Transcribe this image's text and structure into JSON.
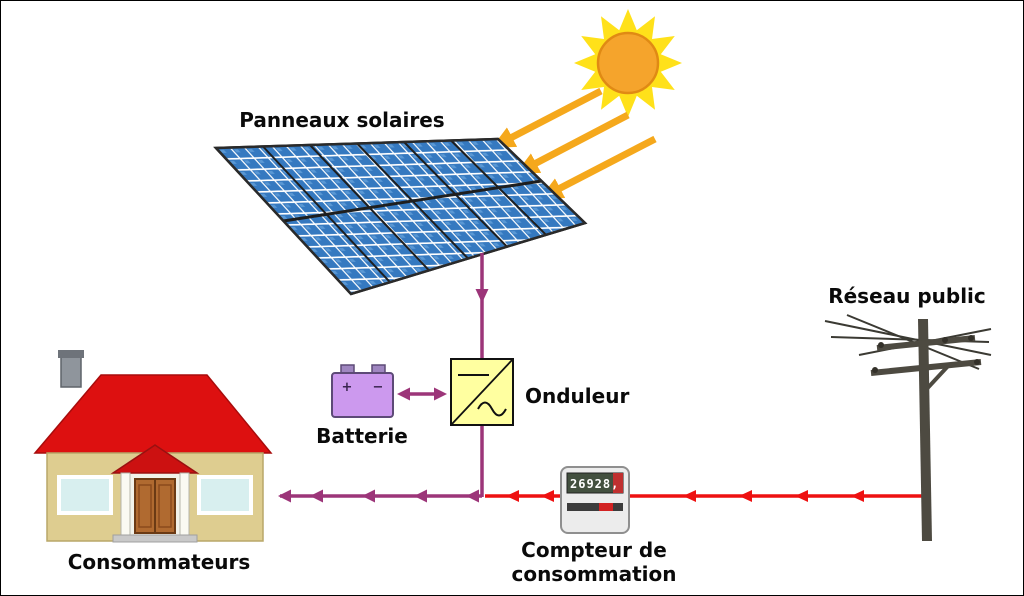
{
  "diagram": {
    "type": "solar-power-system-schematic",
    "labels": {
      "panels": "Panneaux solaires",
      "inverter": "Onduleur",
      "battery": "Batterie",
      "grid": "Réseau public",
      "meter_line1": "Compteur de",
      "meter_line2": "consommation",
      "consumers": "Consommateurs"
    },
    "meter": {
      "reading": "26928,"
    },
    "battery": {
      "plus_sign": "+",
      "minus_sign": "−"
    },
    "colors": {
      "dc_flow_purple": "#9c3579",
      "grid_flow_red": "#ee1111",
      "sun_ray_yellow": "#ffe11a",
      "sun_core_orange": "#f5a42c",
      "sun_arrow_orange": "#f5a81c",
      "panel_cell_blue": "#3579c0",
      "inverter_yellow": "#ffffa0",
      "battery_purple": "#cc99ee",
      "roof_red": "#dd1010",
      "house_tan": "#decd90"
    }
  }
}
